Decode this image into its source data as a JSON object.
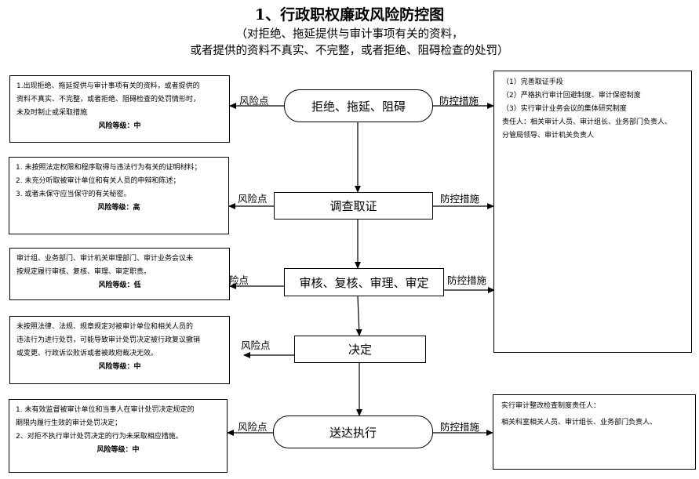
{
  "title": "1、行政职权廉政风险防控图",
  "subtitle_line1": "（对拒绝、拖延提供与审计事项有关的资料，",
  "subtitle_line2": "或者提供的资料不真实、不完整，或者拒绝、阻碍检查的处罚）",
  "steps": [
    {
      "label": "拒绝、拖延、阻碍"
    },
    {
      "label": "调查取证"
    },
    {
      "label": "审核、复核、审理、审定"
    },
    {
      "label": "决定"
    },
    {
      "label": "送达执行"
    }
  ],
  "labels": {
    "risk_point": "风险点",
    "risk_point_partial": "险点",
    "control_measure": "防控措施"
  },
  "risks": [
    {
      "lines": [
        "1.出现拒绝、拖延提供与审计事项有关的资料，或者提供的",
        "资料不真实、不完整，或者拒绝、阻碍检查的处罚情形时，",
        "未及时制止或采取措施"
      ],
      "level": "风险等级：中"
    },
    {
      "lines": [
        "1. 未按照法定权限和程序取得与违法行为有关的证明材料；",
        "2. 未充分听取被审计单位和有关人员的申辩和陈述；",
        "3. 或者未保守应当保守的有关秘密。"
      ],
      "level": "风险等级：高"
    },
    {
      "lines": [
        "审计组、业务部门、审计机关审理部门、审计业务会议未",
        "按规定履行审核、复核、审理、审定职责。"
      ],
      "level": "风险等级：低"
    },
    {
      "lines": [
        "未按照法律、法规、规章规定对被审计单位和相关人员的",
        "违法行为进行处罚，可能导致审计处罚决定被行政复议撤销",
        "或变更、行政诉讼败诉或者被政府裁决无效。"
      ],
      "level": "风险等级：中"
    },
    {
      "lines": [
        "1. 未有效监督被审计单位和当事人在审计处罚决定规定的",
        "期限内履行生效的审计处罚决定；",
        "2、对拒不执行审计处罚决定的行为未采取相应措施。"
      ],
      "level": "风险等级：中"
    }
  ],
  "measures": [
    {
      "lines": [
        "（1）完善取证手段",
        "（2）严格执行审计回避制度、审计保密制度",
        "（3）实行审计业务会议的集体研究制度",
        "责任人：相关审计人员、审计组长、业务部门负责人、",
        "分管局领导、审计机关负责人"
      ]
    },
    {
      "lines": [
        "实行审计整改检查制度责任人：",
        "相关科室相关人员、审计组长、业务部门负责人、"
      ]
    }
  ]
}
